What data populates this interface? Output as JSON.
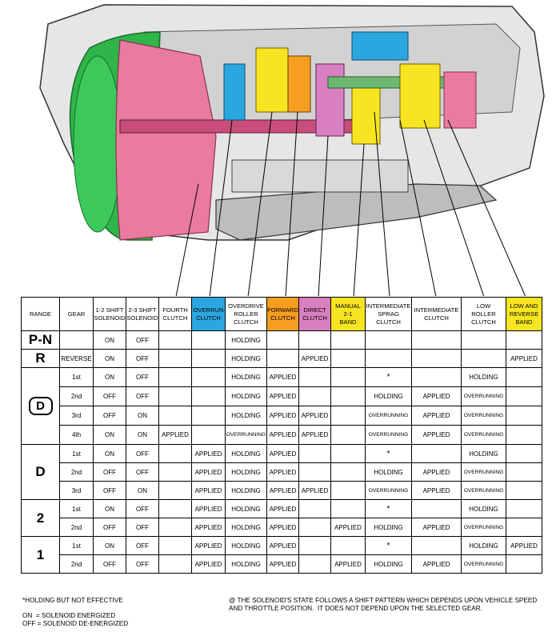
{
  "headers": {
    "range": "RANGE",
    "gear": "GEAR",
    "sol12": [
      "1-2 SHIFT",
      "SOLENOID"
    ],
    "sol23": [
      "2-3 SHIFT",
      "SOLENOID"
    ],
    "fourth": [
      "FOURTH",
      "CLUTCH"
    ],
    "overrun": [
      "OVERRUN",
      "CLUTCH"
    ],
    "odroller": [
      "OVERDRIVE",
      "ROLLER",
      "CLUTCH"
    ],
    "forward": [
      "FORWARD",
      "CLUTCH"
    ],
    "direct": [
      "DIRECT",
      "CLUTCH"
    ],
    "manual21": [
      "MANUAL",
      "2-1",
      "BAND"
    ],
    "intsprag": [
      "INTERMEDIATE",
      "SPRAG",
      "CLUTCH"
    ],
    "intclutch": [
      "INTERMEDIATE",
      "CLUTCH"
    ],
    "lowroller": [
      "LOW",
      "ROLLER",
      "CLUTCH"
    ],
    "lowrev": [
      "LOW AND",
      "REVERSE",
      "BAND"
    ]
  },
  "ranges": {
    "pn": "P-N",
    "r": "R",
    "od": "D",
    "d": "D",
    "two": "2",
    "one": "1"
  },
  "rows": [
    {
      "gear": "",
      "s12": "ON",
      "s23": "OFF",
      "fourth": "",
      "overrun": "",
      "odr": "HOLDING",
      "fwd": "",
      "direct": "",
      "m21": "",
      "isprag": "",
      "iclutch": "",
      "lroller": "",
      "lrev": ""
    },
    {
      "gear": "REVERSE",
      "s12": "ON",
      "s23": "OFF",
      "fourth": "",
      "overrun": "",
      "odr": "HOLDING",
      "fwd": "",
      "direct": "APPLIED",
      "m21": "",
      "isprag": "",
      "iclutch": "",
      "lroller": "",
      "lrev": "APPLIED"
    },
    {
      "gear": "1st",
      "s12": "ON",
      "s23": "OFF",
      "fourth": "",
      "overrun": "",
      "odr": "HOLDING",
      "fwd": "APPLIED",
      "direct": "",
      "m21": "",
      "isprag": "*",
      "iclutch": "",
      "lroller": "HOLDING",
      "lrev": ""
    },
    {
      "gear": "2nd",
      "s12": "OFF",
      "s23": "OFF",
      "fourth": "",
      "overrun": "",
      "odr": "HOLDING",
      "fwd": "APPLIED",
      "direct": "",
      "m21": "",
      "isprag": "HOLDING",
      "iclutch": "APPLIED",
      "lroller": "OVERRUNNING",
      "lrev": ""
    },
    {
      "gear": "3rd",
      "s12": "OFF",
      "s23": "ON",
      "fourth": "",
      "overrun": "",
      "odr": "HOLDING",
      "fwd": "APPLIED",
      "direct": "APPLIED",
      "m21": "",
      "isprag": "OVERRUNNING",
      "iclutch": "APPLIED",
      "lroller": "OVERRUNNING",
      "lrev": ""
    },
    {
      "gear": "4th",
      "s12": "ON",
      "s23": "ON",
      "fourth": "APPLIED",
      "overrun": "",
      "odr": "OVERRUNNING",
      "fwd": "APPLIED",
      "direct": "APPLIED",
      "m21": "",
      "isprag": "OVERRUNNING",
      "iclutch": "APPLIED",
      "lroller": "OVERRUNNING",
      "lrev": ""
    },
    {
      "gear": "1st",
      "s12": "ON",
      "s23": "OFF",
      "fourth": "",
      "overrun": "APPLIED",
      "odr": "HOLDING",
      "fwd": "APPLIED",
      "direct": "",
      "m21": "",
      "isprag": "*",
      "iclutch": "",
      "lroller": "HOLDING",
      "lrev": ""
    },
    {
      "gear": "2nd",
      "s12": "OFF",
      "s23": "OFF",
      "fourth": "",
      "overrun": "APPLIED",
      "odr": "HOLDING",
      "fwd": "APPLIED",
      "direct": "",
      "m21": "",
      "isprag": "HOLDING",
      "iclutch": "APPLIED",
      "lroller": "OVERRUNNING",
      "lrev": ""
    },
    {
      "gear": "3rd",
      "s12": "OFF",
      "s23": "ON",
      "fourth": "",
      "overrun": "APPLIED",
      "odr": "HOLDING",
      "fwd": "APPLIED",
      "direct": "APPLIED",
      "m21": "",
      "isprag": "OVERRUNNING",
      "iclutch": "APPLIED",
      "lroller": "OVERRUNNING",
      "lrev": ""
    },
    {
      "gear": "1st",
      "s12": "ON",
      "s23": "OFF",
      "fourth": "",
      "overrun": "APPLIED",
      "odr": "HOLDING",
      "fwd": "APPLIED",
      "direct": "",
      "m21": "",
      "isprag": "*",
      "iclutch": "",
      "lroller": "HOLDING",
      "lrev": ""
    },
    {
      "gear": "2nd",
      "s12": "OFF",
      "s23": "OFF",
      "fourth": "",
      "overrun": "APPLIED",
      "odr": "HOLDING",
      "fwd": "APPLIED",
      "direct": "",
      "m21": "APPLIED",
      "isprag": "HOLDING",
      "iclutch": "APPLIED",
      "lroller": "OVERRUNNING",
      "lrev": ""
    },
    {
      "gear": "1st",
      "s12": "ON",
      "s23": "OFF",
      "fourth": "",
      "overrun": "APPLIED",
      "odr": "HOLDING",
      "fwd": "APPLIED",
      "direct": "",
      "m21": "",
      "isprag": "*",
      "iclutch": "",
      "lroller": "HOLDING",
      "lrev": "APPLIED"
    },
    {
      "gear": "2nd",
      "s12": "OFF",
      "s23": "OFF",
      "fourth": "",
      "overrun": "APPLIED",
      "odr": "HOLDING",
      "fwd": "APPLIED",
      "direct": "",
      "m21": "APPLIED",
      "isprag": "HOLDING",
      "iclutch": "APPLIED",
      "lroller": "OVERRUNNING",
      "lrev": ""
    }
  ],
  "notes": {
    "holding": "*HOLDING BUT NOT EFFECTIVE",
    "on": "ON  = SOLENOID ENERGIZED",
    "off": "OFF = SOLENOID DE-ENERGIZED",
    "solenoid_state": "@ THE SOLENOID'S STATE FOLLOWS A SHIFT PATTERN WHICH DEPENDS UPON VEHICLE SPEED AND THROTTLE POSITION.  IT DOES NOT DEPEND UPON THE SELECTED GEAR."
  },
  "colors": {
    "overrun": "#2ba7e0",
    "odroller": "#f8e521",
    "forward": "#f59e20",
    "direct": "#d87fbf",
    "manual21": "#f8e521",
    "lowrev": "#f8e521",
    "converter": "#2fb54a",
    "pump": "#e97aa0"
  },
  "illustration": "transmission-cutaway"
}
